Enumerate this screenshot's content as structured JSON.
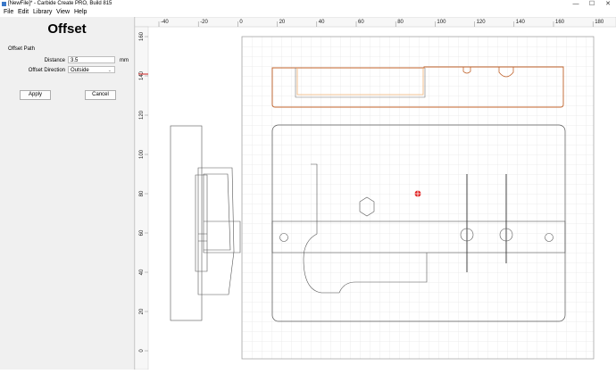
{
  "window": {
    "title": "[NewFile]* - Carbide Create PRO, Build 815",
    "minimize": "—",
    "maximize": "☐",
    "close": "✕"
  },
  "menu": {
    "items": [
      "File",
      "Edit",
      "Library",
      "View",
      "Help"
    ]
  },
  "panel": {
    "title": "Offset",
    "section": "Offset Path",
    "distance_label": "Distance",
    "distance_value": "3.5",
    "distance_unit": "mm",
    "direction_label": "Offset Direction",
    "direction_value": "Outside",
    "apply_label": "Apply",
    "cancel_label": "Cancel"
  },
  "ruler": {
    "x_ticks": [
      "-40",
      "-20",
      "0",
      "20",
      "40",
      "60",
      "80",
      "100",
      "120",
      "140",
      "160",
      "180"
    ],
    "y_ticks": [
      "160",
      "140",
      "120",
      "100",
      "80",
      "60",
      "40",
      "20",
      "0"
    ]
  },
  "colors": {
    "grid": "#dcdcdc",
    "selected_path": "#c0622a",
    "offset_preview": "#f0b070",
    "geometry": "#555555",
    "origin_marker": "#e02020"
  }
}
